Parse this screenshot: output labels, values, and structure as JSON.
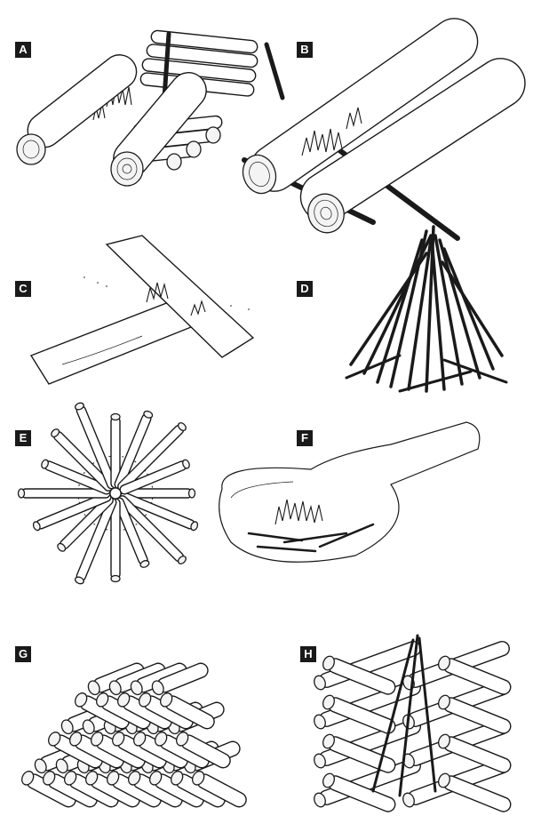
{
  "panels": [
    {
      "id": "A",
      "label": "A"
    },
    {
      "id": "B",
      "label": "B"
    },
    {
      "id": "C",
      "label": "C"
    },
    {
      "id": "D",
      "label": "D"
    },
    {
      "id": "E",
      "label": "E"
    },
    {
      "id": "F",
      "label": "F"
    },
    {
      "id": "G",
      "label": "G"
    },
    {
      "id": "H",
      "label": "H"
    }
  ],
  "colors": {
    "ink": "#1a1a1a",
    "paper": "#ffffff",
    "label_bg": "#1a1a1a",
    "label_text": "#ffffff"
  }
}
